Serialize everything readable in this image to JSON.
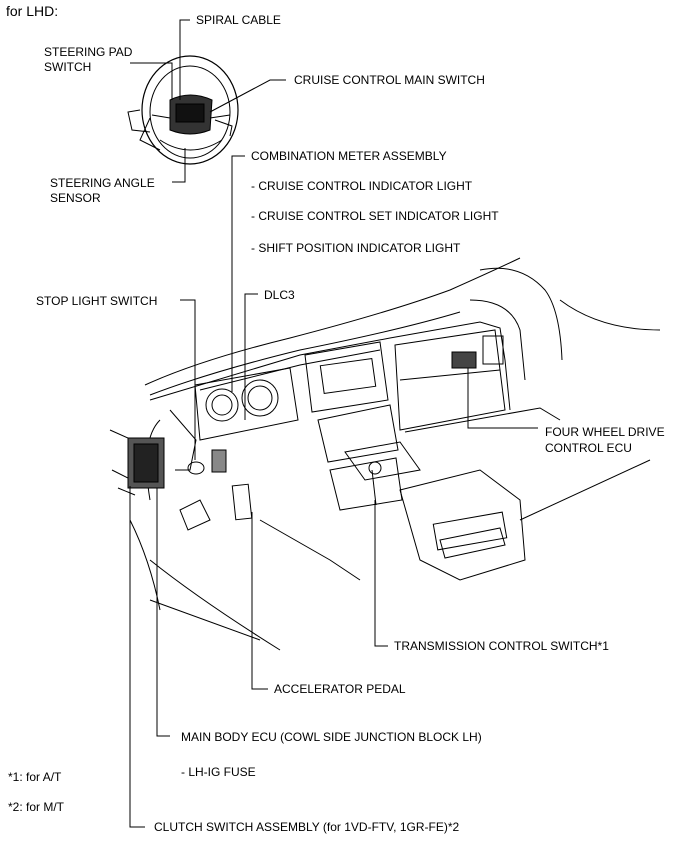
{
  "header": "for LHD:",
  "labels": {
    "spiral_cable": "SPIRAL CABLE",
    "steering_pad_switch_1": "STEERING PAD",
    "steering_pad_switch_2": "SWITCH",
    "cruise_main_switch": "CRUISE CONTROL MAIN SWITCH",
    "steering_angle_sensor_1": "STEERING ANGLE",
    "steering_angle_sensor_2": "SENSOR",
    "combination_meter": "COMBINATION METER ASSEMBLY",
    "cruise_indicator": "- CRUISE CONTROL INDICATOR LIGHT",
    "cruise_set_indicator": "- CRUISE CONTROL SET INDICATOR LIGHT",
    "shift_position_indicator": "- SHIFT POSITION INDICATOR LIGHT",
    "stop_light_switch": "STOP LIGHT SWITCH",
    "dlc3": "DLC3",
    "four_wd_ecu_1": "FOUR WHEEL DRIVE",
    "four_wd_ecu_2": "CONTROL ECU",
    "transmission_switch": "TRANSMISSION CONTROL SWITCH*1",
    "accelerator_pedal": "ACCELERATOR PEDAL",
    "main_body_ecu": "MAIN BODY ECU (COWL SIDE JUNCTION BLOCK LH)",
    "lh_ig_fuse": "- LH-IG FUSE",
    "clutch_switch": "CLUTCH SWITCH ASSEMBLY (for 1VD-FTV, 1GR-FE)*2"
  },
  "notes": {
    "note1": "*1: for A/T",
    "note2": "*2: for M/T"
  }
}
